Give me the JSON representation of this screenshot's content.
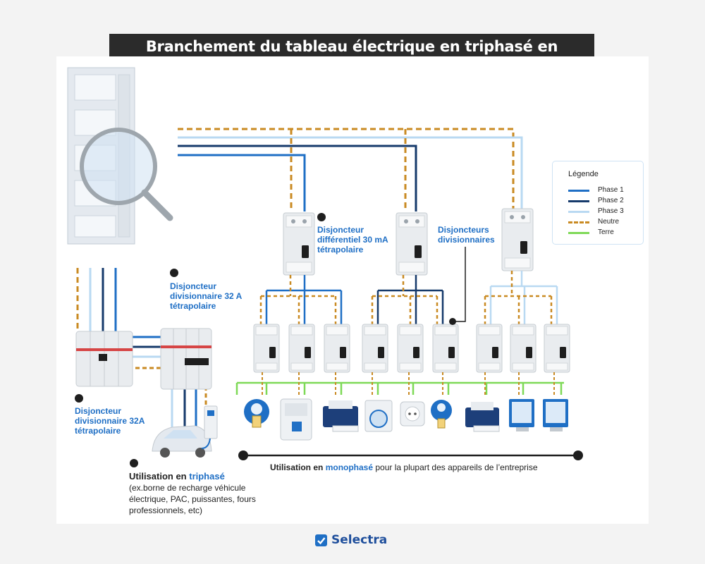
{
  "title": "Branchement du tableau électrique en triphasé en entreprise",
  "legend": {
    "title": "Légende",
    "items": [
      {
        "label": "Phase 1",
        "color": "#1f6fc5",
        "style": "solid"
      },
      {
        "label": "Phase 2",
        "color": "#163a6b",
        "style": "solid"
      },
      {
        "label": "Phase 3",
        "color": "#b9d9f2",
        "style": "solid"
      },
      {
        "label": "Neutre",
        "color": "#c98a22",
        "style": "dashed"
      },
      {
        "label": "Terre",
        "color": "#7ed957",
        "style": "solid"
      }
    ]
  },
  "labels": {
    "diff30": "Disjoncteur différentiel 30 mA tétrapolaire",
    "div_group": "Disjoncteurs divisionnaires",
    "div32_top": "Disjoncteur divisionnaire 32 A tétrapolaire",
    "div32_bottom": "Disjoncteur divisionnaire 32A tétrapolaire"
  },
  "usage": {
    "tri_prefix": "Utilisation en ",
    "tri_word": "triphasé",
    "tri_examples": "(ex.borne de recharge véhicule électrique, PAC, puissantes, fours professionnels, etc)",
    "mono_prefix": "Utilisation en ",
    "mono_word": "monophasé",
    "mono_suffix": " pour la plupart des appareils de l’entreprise"
  },
  "devices": [
    "lightbulb-icon",
    "coffee-machine-icon",
    "printer-icon",
    "washing-machine-icon",
    "wall-socket-icon",
    "lightbulb-icon",
    "printer-icon",
    "monitor-icon",
    "monitor-icon"
  ],
  "brand": "Selectra",
  "colors": {
    "accent": "#1f6fc5",
    "title_bg": "#2b2b2b"
  }
}
